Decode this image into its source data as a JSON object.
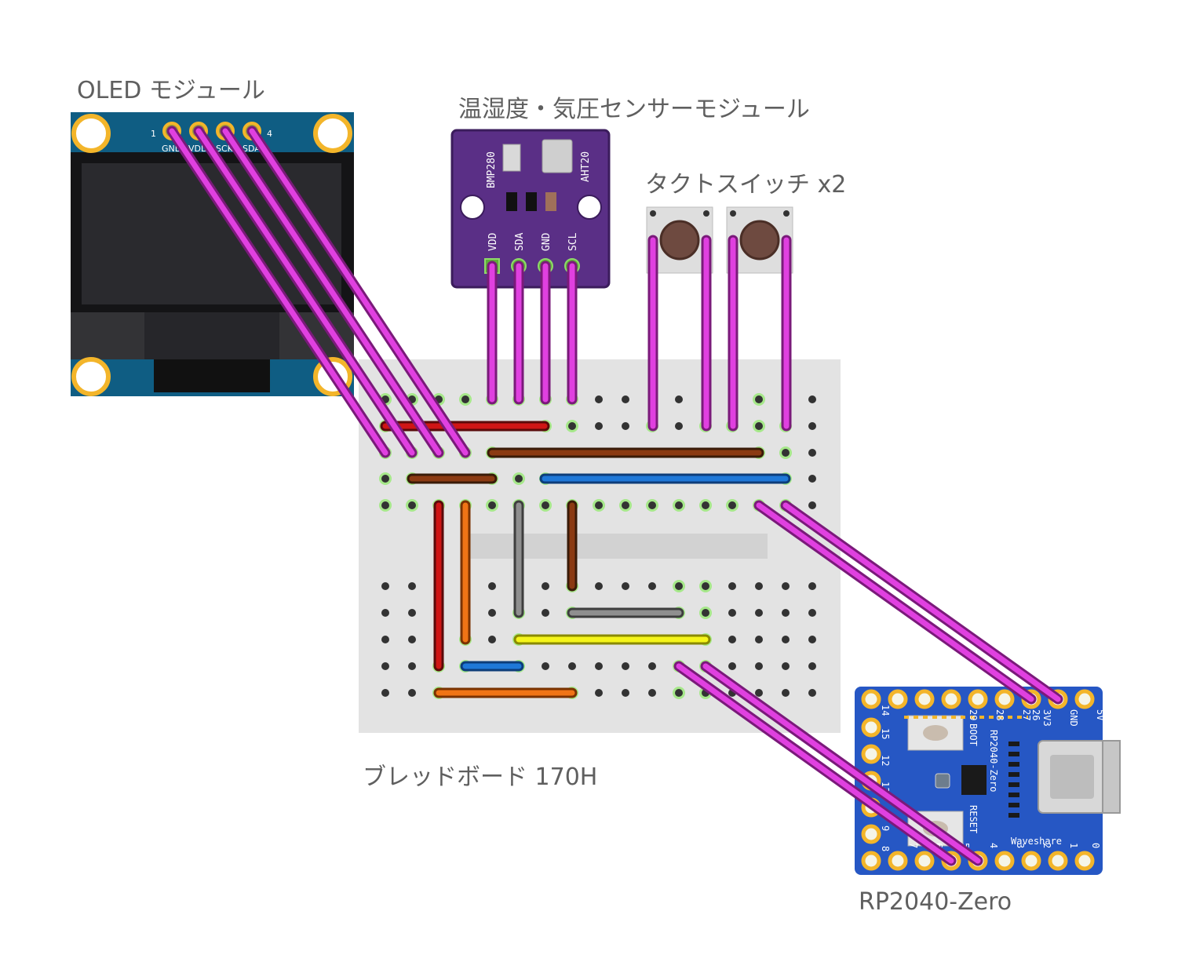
{
  "labels": {
    "oled": "OLED モジュール",
    "bme": "温湿度・気圧センサーモジュール",
    "switch": "タクトスイッチ x2",
    "breadboard": "ブレッドボード 170H",
    "rp2040": "RP2040-Zero"
  },
  "oled_module": {
    "pin_numbers": [
      "1",
      "4"
    ],
    "pins": [
      "GND",
      "VDD",
      "SCK",
      "SDA"
    ]
  },
  "sensor_module": {
    "chip_labels": [
      "BMP280",
      "AHT20"
    ],
    "pins": [
      "VDD",
      "SDA",
      "GND",
      "SCL"
    ]
  },
  "rp2040_board": {
    "board_name": "RP2040-Zero",
    "brand": "Waveshare",
    "buttons": [
      "BOOT",
      "RESET"
    ],
    "top_pins": [
      "29",
      "28",
      "27",
      "26",
      "3V3",
      "GND",
      "5V"
    ],
    "left_pins": [
      "14",
      "15",
      "12",
      "13",
      "9",
      "8"
    ],
    "bottom_pins": [
      "7",
      "6",
      "5",
      "4",
      "3",
      "2",
      "1",
      "0"
    ]
  },
  "colors": {
    "jumper": "#e040e0",
    "breadboard": "#e3e3e3",
    "oled_pcb": "#0f5d83",
    "sensor_pcb": "#5a2f86",
    "rp_pcb": "#2657c4",
    "pad_gold": "#f3b52a"
  }
}
